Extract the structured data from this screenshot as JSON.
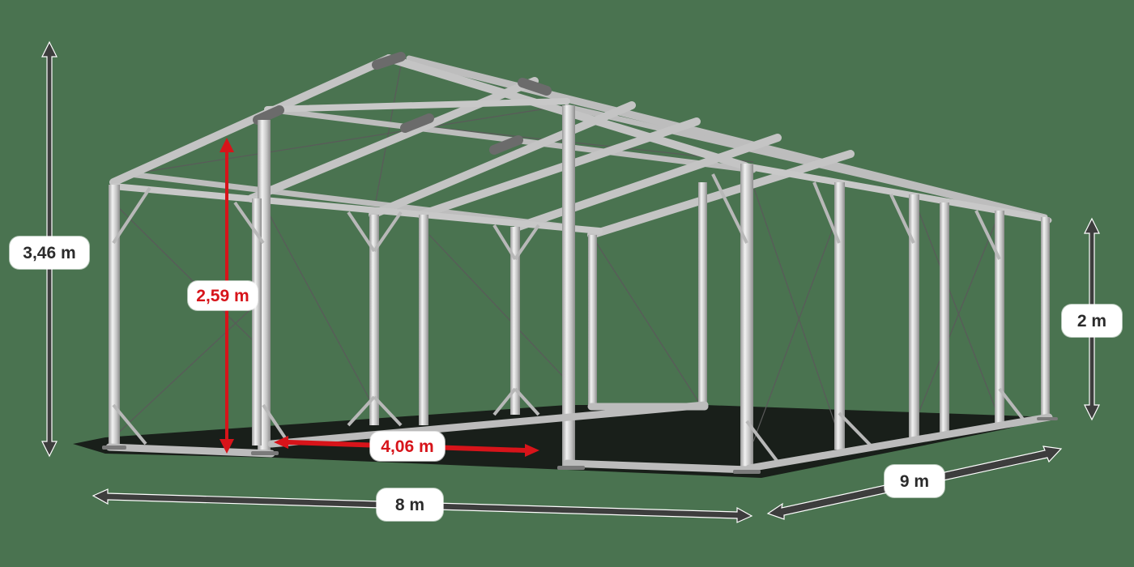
{
  "diagram": {
    "subject": "tent-frame",
    "colors": {
      "background": "#4a7350",
      "frame": "#c8c8c8",
      "frame_dark": "#8a8a8a",
      "dimension_dark": "#3d3d3d",
      "dimension_red": "#d7141a",
      "label_bg": "#ffffff"
    },
    "dimensions": {
      "total_height": {
        "label": "3,46 m",
        "color": "dark"
      },
      "entrance_height": {
        "label": "2,59 m",
        "color": "red"
      },
      "entrance_width": {
        "label": "4,06 m",
        "color": "red"
      },
      "side_height": {
        "label": "2 m",
        "color": "dark"
      },
      "width": {
        "label": "8 m",
        "color": "dark"
      },
      "length": {
        "label": "9 m",
        "color": "dark"
      }
    }
  }
}
